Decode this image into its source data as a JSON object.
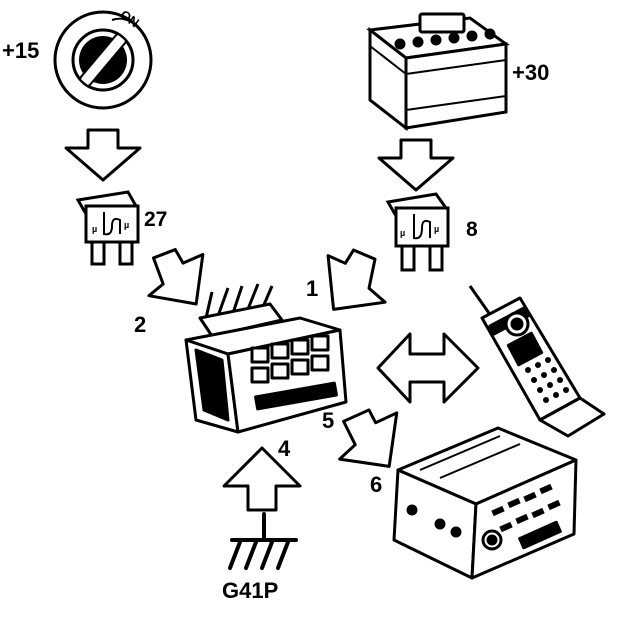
{
  "ignition": {
    "terminal_label": "+15",
    "switch_position_text": "ON"
  },
  "battery": {
    "terminal_label": "+30"
  },
  "fuses": [
    {
      "number": "27",
      "blade_marks": [
        "µ",
        "µ"
      ]
    },
    {
      "number": "8",
      "blade_marks": [
        "µ",
        "µ"
      ]
    }
  ],
  "arrows": [
    {
      "label": "1"
    },
    {
      "label": "2"
    },
    {
      "label": "4"
    },
    {
      "label": "5"
    },
    {
      "label": "6"
    }
  ],
  "ground": {
    "label": "G41P"
  },
  "colors": {
    "ink": "#000000",
    "paper": "#ffffff"
  }
}
